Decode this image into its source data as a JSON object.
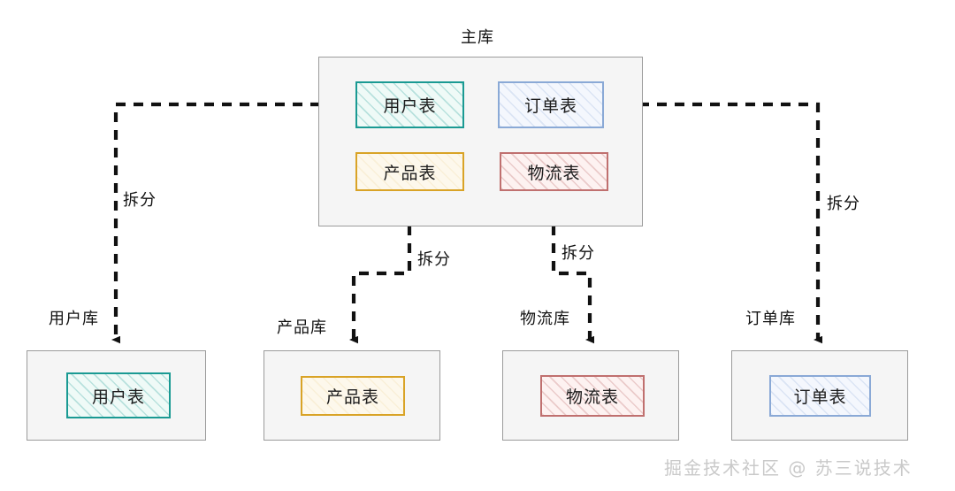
{
  "diagram": {
    "title_label": "主库",
    "split_label": "拆分",
    "watermark": "掘金技术社区 @ 苏三说技术",
    "colors": {
      "teal": "#1a9a93",
      "blue": "#8aa9d6",
      "amber": "#d9a326",
      "red": "#c0706f",
      "container_border": "#9b9b9b",
      "container_fill": "#f5f5f5",
      "arrow": "#111111"
    }
  },
  "main_db": {
    "title": "主库",
    "tables": [
      {
        "name": "用户表",
        "color": "teal"
      },
      {
        "name": "订单表",
        "color": "blue"
      },
      {
        "name": "产品表",
        "color": "amber"
      },
      {
        "name": "物流表",
        "color": "red"
      }
    ]
  },
  "shards": [
    {
      "db_label": "用户库",
      "table": "用户表",
      "color": "teal",
      "edge_label": "拆分"
    },
    {
      "db_label": "产品库",
      "table": "产品表",
      "color": "amber",
      "edge_label": "拆分"
    },
    {
      "db_label": "物流库",
      "table": "物流表",
      "color": "red",
      "edge_label": "拆分"
    },
    {
      "db_label": "订单库",
      "table": "订单表",
      "color": "blue",
      "edge_label": "拆分"
    }
  ],
  "edges": [
    {
      "from": "用户表",
      "to": "用户库",
      "label": "拆分"
    },
    {
      "from": "产品表",
      "to": "产品库",
      "label": "拆分"
    },
    {
      "from": "物流表",
      "to": "物流库",
      "label": "拆分"
    },
    {
      "from": "订单表",
      "to": "订单库",
      "label": "拆分"
    }
  ]
}
